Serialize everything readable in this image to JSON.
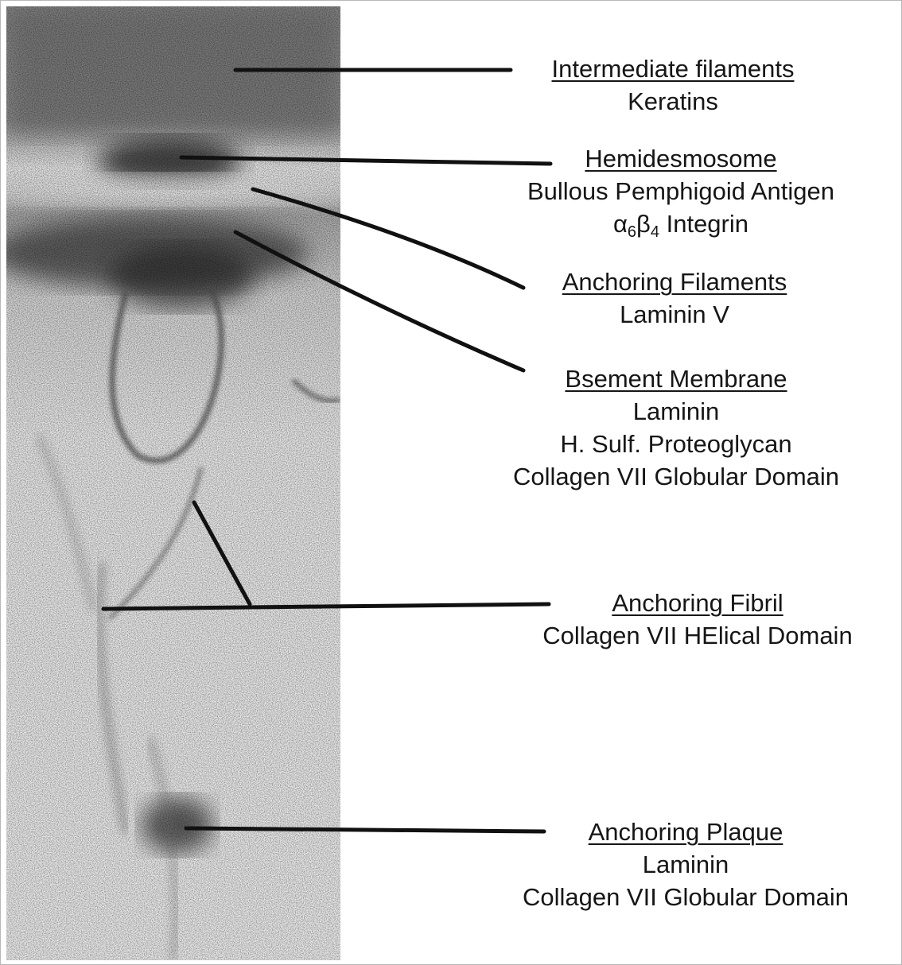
{
  "figure": {
    "labels": [
      {
        "id": "intermediate-filaments",
        "title": "Intermediate filaments",
        "lines": [
          "Keratins"
        ]
      },
      {
        "id": "hemidesmosome",
        "title": "Hemidesmosome",
        "lines": [
          "Bullous Pemphigoid Antigen"
        ],
        "integrin": {
          "alpha": "α",
          "alpha_sub": "6",
          "beta": "β",
          "beta_sub": "4",
          "text": " Integrin"
        }
      },
      {
        "id": "anchoring-filaments",
        "title": "Anchoring Filaments",
        "lines": [
          "Laminin V"
        ]
      },
      {
        "id": "basement-membrane",
        "title": "Bsement Membrane",
        "lines": [
          "Laminin",
          "H. Sulf. Proteoglycan",
          "Collagen VII Globular Domain"
        ]
      },
      {
        "id": "anchoring-fibril",
        "title": "Anchoring Fibril",
        "lines": [
          "Collagen VII HElical Domain"
        ]
      },
      {
        "id": "anchoring-plaque",
        "title": "Anchoring Plaque",
        "lines": [
          "Laminin",
          "Collagen VII Globular Domain"
        ]
      }
    ]
  }
}
